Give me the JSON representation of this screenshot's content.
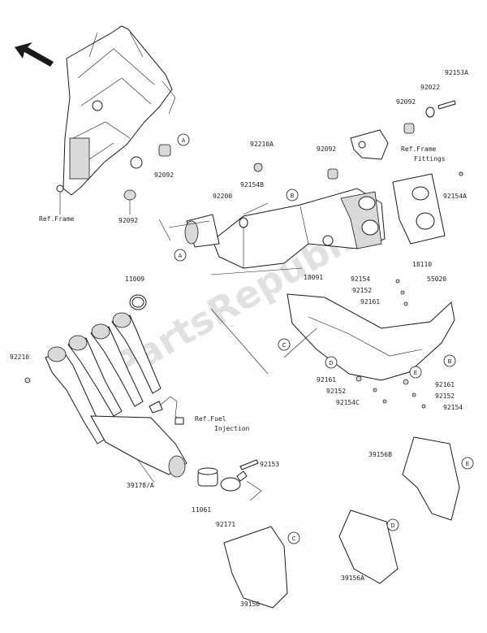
{
  "labels": {
    "ref_frame_1": "Ref.Frame",
    "ref_frame_fittings_1": "Ref.Frame",
    "ref_frame_fittings_2": "Fittings",
    "ref_fuel_1": "Ref.Fuel",
    "ref_fuel_2": "Injection",
    "p92153A": "92153A",
    "p92022": "92022",
    "p92092_a": "92092",
    "p92092_b": "92092",
    "p92092_c": "92092",
    "p92092_d": "92092",
    "p92210A": "92210A",
    "p92154B": "92154B",
    "p92200": "92200",
    "p92154A": "92154A",
    "p18110": "18110",
    "p18091": "18091",
    "p11009": "11009",
    "p92154_a": "92154",
    "p92152_a": "92152",
    "p92161_a": "92161",
    "p55020": "55020",
    "p92210": "92210",
    "p92161_b": "92161",
    "p92152_b": "92152",
    "p92154C": "92154C",
    "p92161_c": "92161",
    "p92152_c": "92152",
    "p92154_b": "92154",
    "p39156B": "39156B",
    "p92153": "92153",
    "p39178A": "39178/A",
    "p11061": "11061",
    "p92171": "92171",
    "p39156A": "39156A",
    "p39156": "39156"
  },
  "callouts": {
    "A1": "A",
    "A2": "A",
    "B1": "B",
    "B2": "B",
    "C1": "C",
    "C2": "C",
    "D1": "D",
    "D2": "D",
    "E1": "E",
    "E2": "E"
  },
  "watermark": "PartsRepublik"
}
